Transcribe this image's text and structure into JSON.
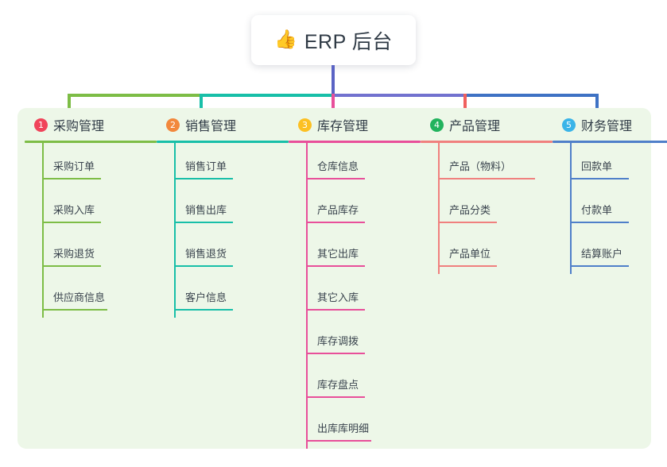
{
  "title": {
    "icon": "thumbs-up-emoji",
    "emoji": "👍",
    "text": "ERP 后台"
  },
  "palette": {
    "panel_bg": "#edf7e8",
    "page_bg": "#ffffff",
    "stem": "#5a63c4",
    "text": "#303b46"
  },
  "connectors": {
    "segments": [
      {
        "name": "green",
        "color": "#7dbd46"
      },
      {
        "name": "teal",
        "color": "#18bfa8"
      },
      {
        "name": "purple",
        "color": "#7272cf"
      },
      {
        "name": "blue",
        "color": "#3e72c4"
      }
    ],
    "drops": [
      "#7dbd46",
      "#18bfa8",
      "#e84f9a",
      "#f0605e",
      "#3e72c4"
    ]
  },
  "columns": [
    {
      "number": "1",
      "badge_color": "#f0445a",
      "accent": "#7dbd46",
      "title": "采购管理",
      "items": [
        "采购订单",
        "采购入库",
        "采购退货",
        "供应商信息"
      ]
    },
    {
      "number": "2",
      "badge_color": "#f2883c",
      "accent": "#18bfa8",
      "title": "销售管理",
      "items": [
        "销售订单",
        "销售出库",
        "销售退货",
        "客户信息"
      ]
    },
    {
      "number": "3",
      "badge_color": "#fcc023",
      "accent": "#e84f9a",
      "title": "库存管理",
      "items": [
        "仓库信息",
        "产品库存",
        "其它出库",
        "其它入库",
        "库存调拨",
        "库存盘点",
        "出库库明细"
      ]
    },
    {
      "number": "4",
      "badge_color": "#22b35e",
      "accent": "#f0807e",
      "title": "产品管理",
      "items": [
        "产品（物料）",
        "产品分类",
        "产品单位"
      ]
    },
    {
      "number": "5",
      "badge_color": "#3ab4e8",
      "accent": "#4f7fc9",
      "title": "财务管理",
      "items": [
        "回款单",
        "付款单",
        "结算账户"
      ]
    }
  ]
}
